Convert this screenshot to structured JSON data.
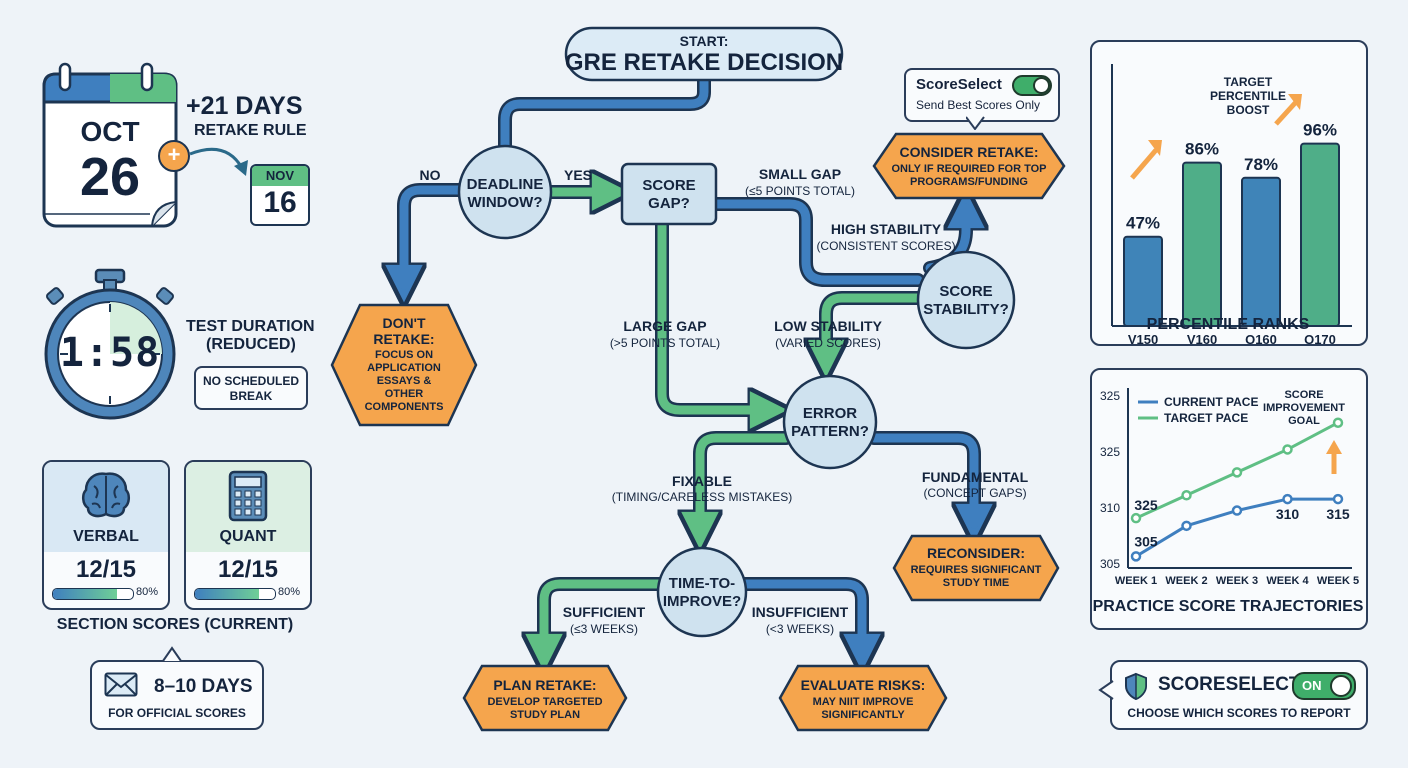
{
  "calendar": {
    "month": "OCT",
    "day": "26",
    "plus_days": "+21 DAYS",
    "rule": "RETAKE RULE",
    "next_month": "NOV",
    "next_day": "16"
  },
  "timer": {
    "display": "1:58",
    "duration_label": "TEST DURATION",
    "duration_sub": "(REDUCED)",
    "break_note_1": "NO SCHEDULED",
    "break_note_2": "BREAK"
  },
  "sections": {
    "verbal": {
      "label": "VERBAL",
      "score": "12/15",
      "pct": "80%",
      "fill": 0.8
    },
    "quant": {
      "label": "QUANT",
      "score": "12/15",
      "pct": "80%",
      "fill": 0.8
    },
    "caption": "SECTION SCORES (CURRENT)"
  },
  "official": {
    "days": "8–10 DAYS",
    "note": "FOR OFFICIAL SCORES"
  },
  "flow": {
    "start_small": "START:",
    "start_title": "GRE RETAKE DECISION",
    "deadline": [
      "DEADLINE",
      "WINDOW?"
    ],
    "no": "NO",
    "yes": "YES",
    "score_gap": [
      "SCORE",
      "GAP?"
    ],
    "small_gap": "SMALL GAP",
    "small_gap_sub": "(≤5 POINTS TOTAL)",
    "high_stability": "HIGH STABILITY",
    "high_stability_sub": "(CONSISTENT SCORES)",
    "score_stability": [
      "SCORE",
      "STABILITY?"
    ],
    "low_stability": "LOW STABILITY",
    "low_stability_sub": "(VARIED SCORES)",
    "large_gap": "LARGE GAP",
    "large_gap_sub": "(>5 POINTS TOTAL)",
    "error_pattern": [
      "ERROR",
      "PATTERN?"
    ],
    "fixable": "FIXABLE",
    "fixable_sub": "(TIMING/CARELESS MISTAKES)",
    "fundamental": "FUNDAMENTAL",
    "fundamental_sub": "(CONCEPT GAPS)",
    "time_to_improve": [
      "TIME-TO-",
      "IMPROVE?"
    ],
    "sufficient": "SUFFICIENT",
    "sufficient_sub": "(≤3 WEEKS)",
    "insufficient": "INSUFFICIENT",
    "insufficient_sub": "(<3 WEEKS)",
    "dont_retake": [
      "DON'T",
      "RETAKE:",
      "FOCUS ON",
      "APPLICATION",
      "ESSAYS &",
      "OTHER",
      "COMPONENTS"
    ],
    "consider_retake": [
      "CONSIDER RETAKE:",
      "ONLY IF REQUIRED FOR TOP",
      "PROGRAMS/FUNDING"
    ],
    "reconsider": [
      "RECONSIDER:",
      "REQUIRES SIGNIFICANT",
      "STUDY TIME"
    ],
    "plan_retake": [
      "PLAN RETAKE:",
      "DEVELOP TARGETED",
      "STUDY PLAN"
    ],
    "evaluate_risks": [
      "EVALUATE RISKS:",
      "MAY NIIT IMPROVE",
      "SIGNIFICANTLY"
    ]
  },
  "scoreselect_bubble": {
    "title": "ScoreSelect",
    "note": "Send Best Scores Only",
    "on": true
  },
  "chart_data": [
    {
      "type": "bar",
      "categories": [
        "V150",
        "V160",
        "Q160",
        "Q170"
      ],
      "values": [
        47,
        86,
        78,
        96
      ],
      "value_labels": [
        "47%",
        "86%",
        "78%",
        "96%"
      ],
      "annotation": [
        "TARGET",
        "PERCENTILE",
        "BOOST"
      ],
      "title": "PERCENTILE RANKS",
      "ylim": [
        0,
        100
      ]
    },
    {
      "type": "line",
      "categories": [
        "WEEK 1",
        "WEEK 2",
        "WEEK 3",
        "WEEK 4",
        "WEEK 5"
      ],
      "series": [
        {
          "name": "CURRENT PACE",
          "color": "#3f7fbf",
          "values": [
            305,
            309,
            311,
            312.5,
            312.5
          ]
        },
        {
          "name": "TARGET PACE",
          "color": "#5fbf84",
          "values": [
            310,
            313,
            316,
            319,
            322.5
          ]
        }
      ],
      "y_ticks": [
        "325",
        "325",
        "310",
        "305"
      ],
      "point_labels": [
        "325",
        "305",
        "310",
        "315"
      ],
      "annotation": [
        "SCORE",
        "IMPROVEMENT",
        "GOAL"
      ],
      "title": "PRACTICE SCORE TRAJECTORIES",
      "ylim": [
        304,
        326
      ]
    }
  ],
  "scoreselect_panel": {
    "title": "SCORESELECT",
    "toggle": "ON",
    "note": "CHOOSE WHICH SCORES TO REPORT"
  }
}
